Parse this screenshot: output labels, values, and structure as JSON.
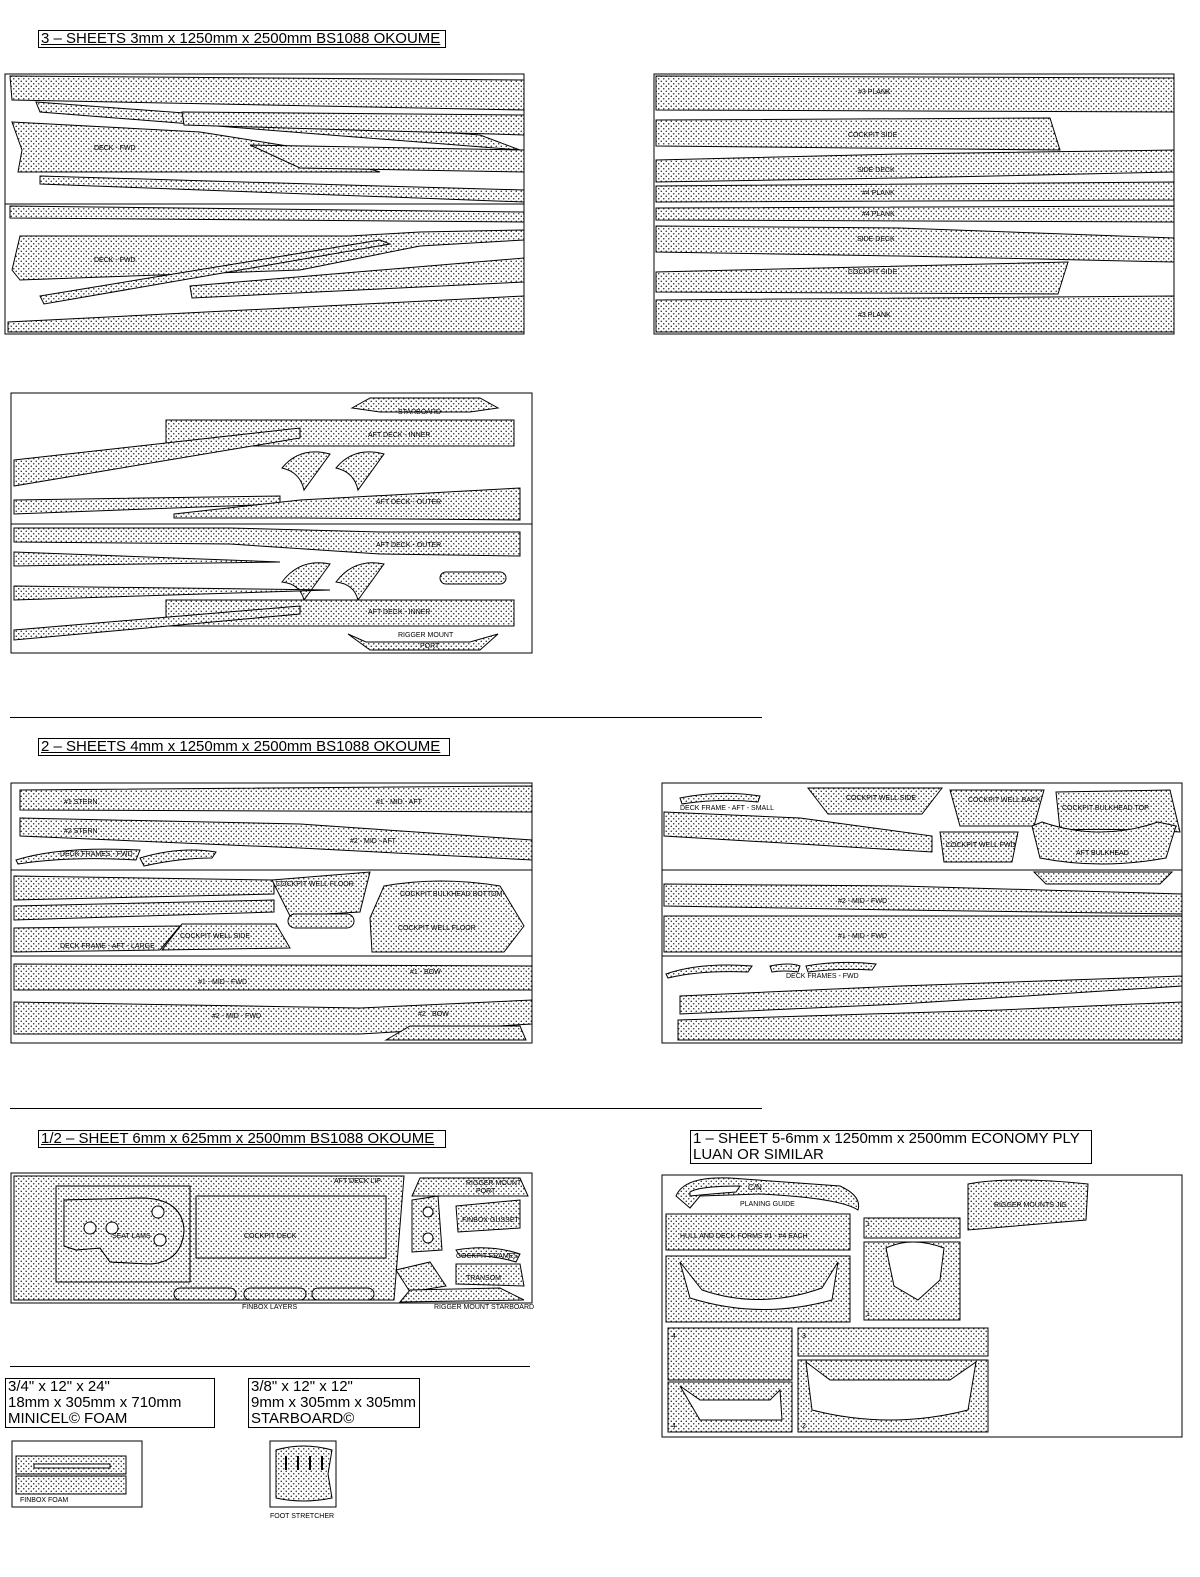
{
  "headers": {
    "sheets_3mm": "3 – SHEETS  3mm x 1250mm x 2500mm BS1088 OKOUME",
    "sheets_4mm": "2 – SHEETS  4mm x 1250mm x 2500mm  BS1088 OKOUME",
    "sheet_6mm": "1/2 – SHEET  6mm x 625mm x 2500mm  BS1088 OKOUME",
    "sheet_economy_line1": "1 – SHEET  5-6mm x 1250mm x 2500mm  ECONOMY PLY",
    "sheet_economy_line2": "LUAN OR SIMILAR",
    "minicel_line1": "3/4\" x 12\" x 24\"",
    "minicel_line2": "18mm x 305mm x 710mm",
    "minicel_line3": "MINICEL© FOAM",
    "starboard_line1": "3/8\" x 12\" x 12\"",
    "starboard_line2": "9mm x 305mm x 305mm",
    "starboard_line3": "STARBOARD©"
  },
  "labels": {
    "deck_fwd": "DECK - FWD",
    "plank3": "#3 PLANK",
    "cockpit_side": "COCKPIT SIDE",
    "side_deck": "SIDE DECK",
    "plank4": "#4 PLANK",
    "starboard": "STARBOARD",
    "aft_deck_inner": "AFT DECK - INNER",
    "aft_deck_outer": "AFT DECK - OUTER",
    "rigger_mount": "RIGGER MOUNT",
    "port": "PORT",
    "stern1": "#1 STERN",
    "stern2": "#2 STERN",
    "mid_aft1": "#1 - MID - AFT",
    "mid_aft2": "#2 - MID - AFT",
    "deck_frames_fwd": "DECK FRAMES - FWD",
    "cockpit_well_floor": "COCKPIT WELL FLOOR",
    "cockpit_bulkhead_bottom": "COCKPIT BULKHEAD BOTTOM",
    "cockpit_well_floor2": "COCKPIT WELL FLOOR",
    "deck_frame_aft_large": "DECK FRAME - AFT - LARGE",
    "cockpit_well_side": "COCKPIT WELL SIDE",
    "mid_fwd1": "#1 - MID - FWD",
    "mid_fwd2": "#2 - MID - FWD",
    "bow1": "#1 - BOW",
    "bow2": "#2 - BOW",
    "deck_frame_aft_small": "DECK FRAME - AFT - SMALL",
    "cockpit_well_back": "COCKPIT WELL BACK",
    "cockpit_bulkhead_top": "COCKPIT BULKHEAD TOP",
    "cockpit_well_fwd": "COCKPIT WELL FWD",
    "aft_bulkhead": "AFT BULKHEAD",
    "aft_deck_lip": "AFT DECK LIP",
    "seat_laminate": "SEAT LAMS",
    "cockpit_deck": "COCKPIT DECK",
    "finbox_layers": "FINBOX LAYERS",
    "finbox_gusset": "FINBOX GUSSET",
    "cockpit_frames": "COCKPIT FRAMES",
    "transom": "TRANSOM",
    "rigger_mount_starboard": "RIGGER MOUNT STARBOARD",
    "cn": "C/N",
    "planing_guide": "PLANING GUIDE",
    "rigger_mounts_jig": "RIGGER MOUNTS JIG",
    "hull_deck_forms": "HULL AND DECK FORMS #1 - #4 EACH",
    "finbox_foam": "FINBOX FOAM",
    "foot_stretcher": "FOOT STRETCHER",
    "n1": "1",
    "n2": "2",
    "n3": "3",
    "n4": "4"
  }
}
